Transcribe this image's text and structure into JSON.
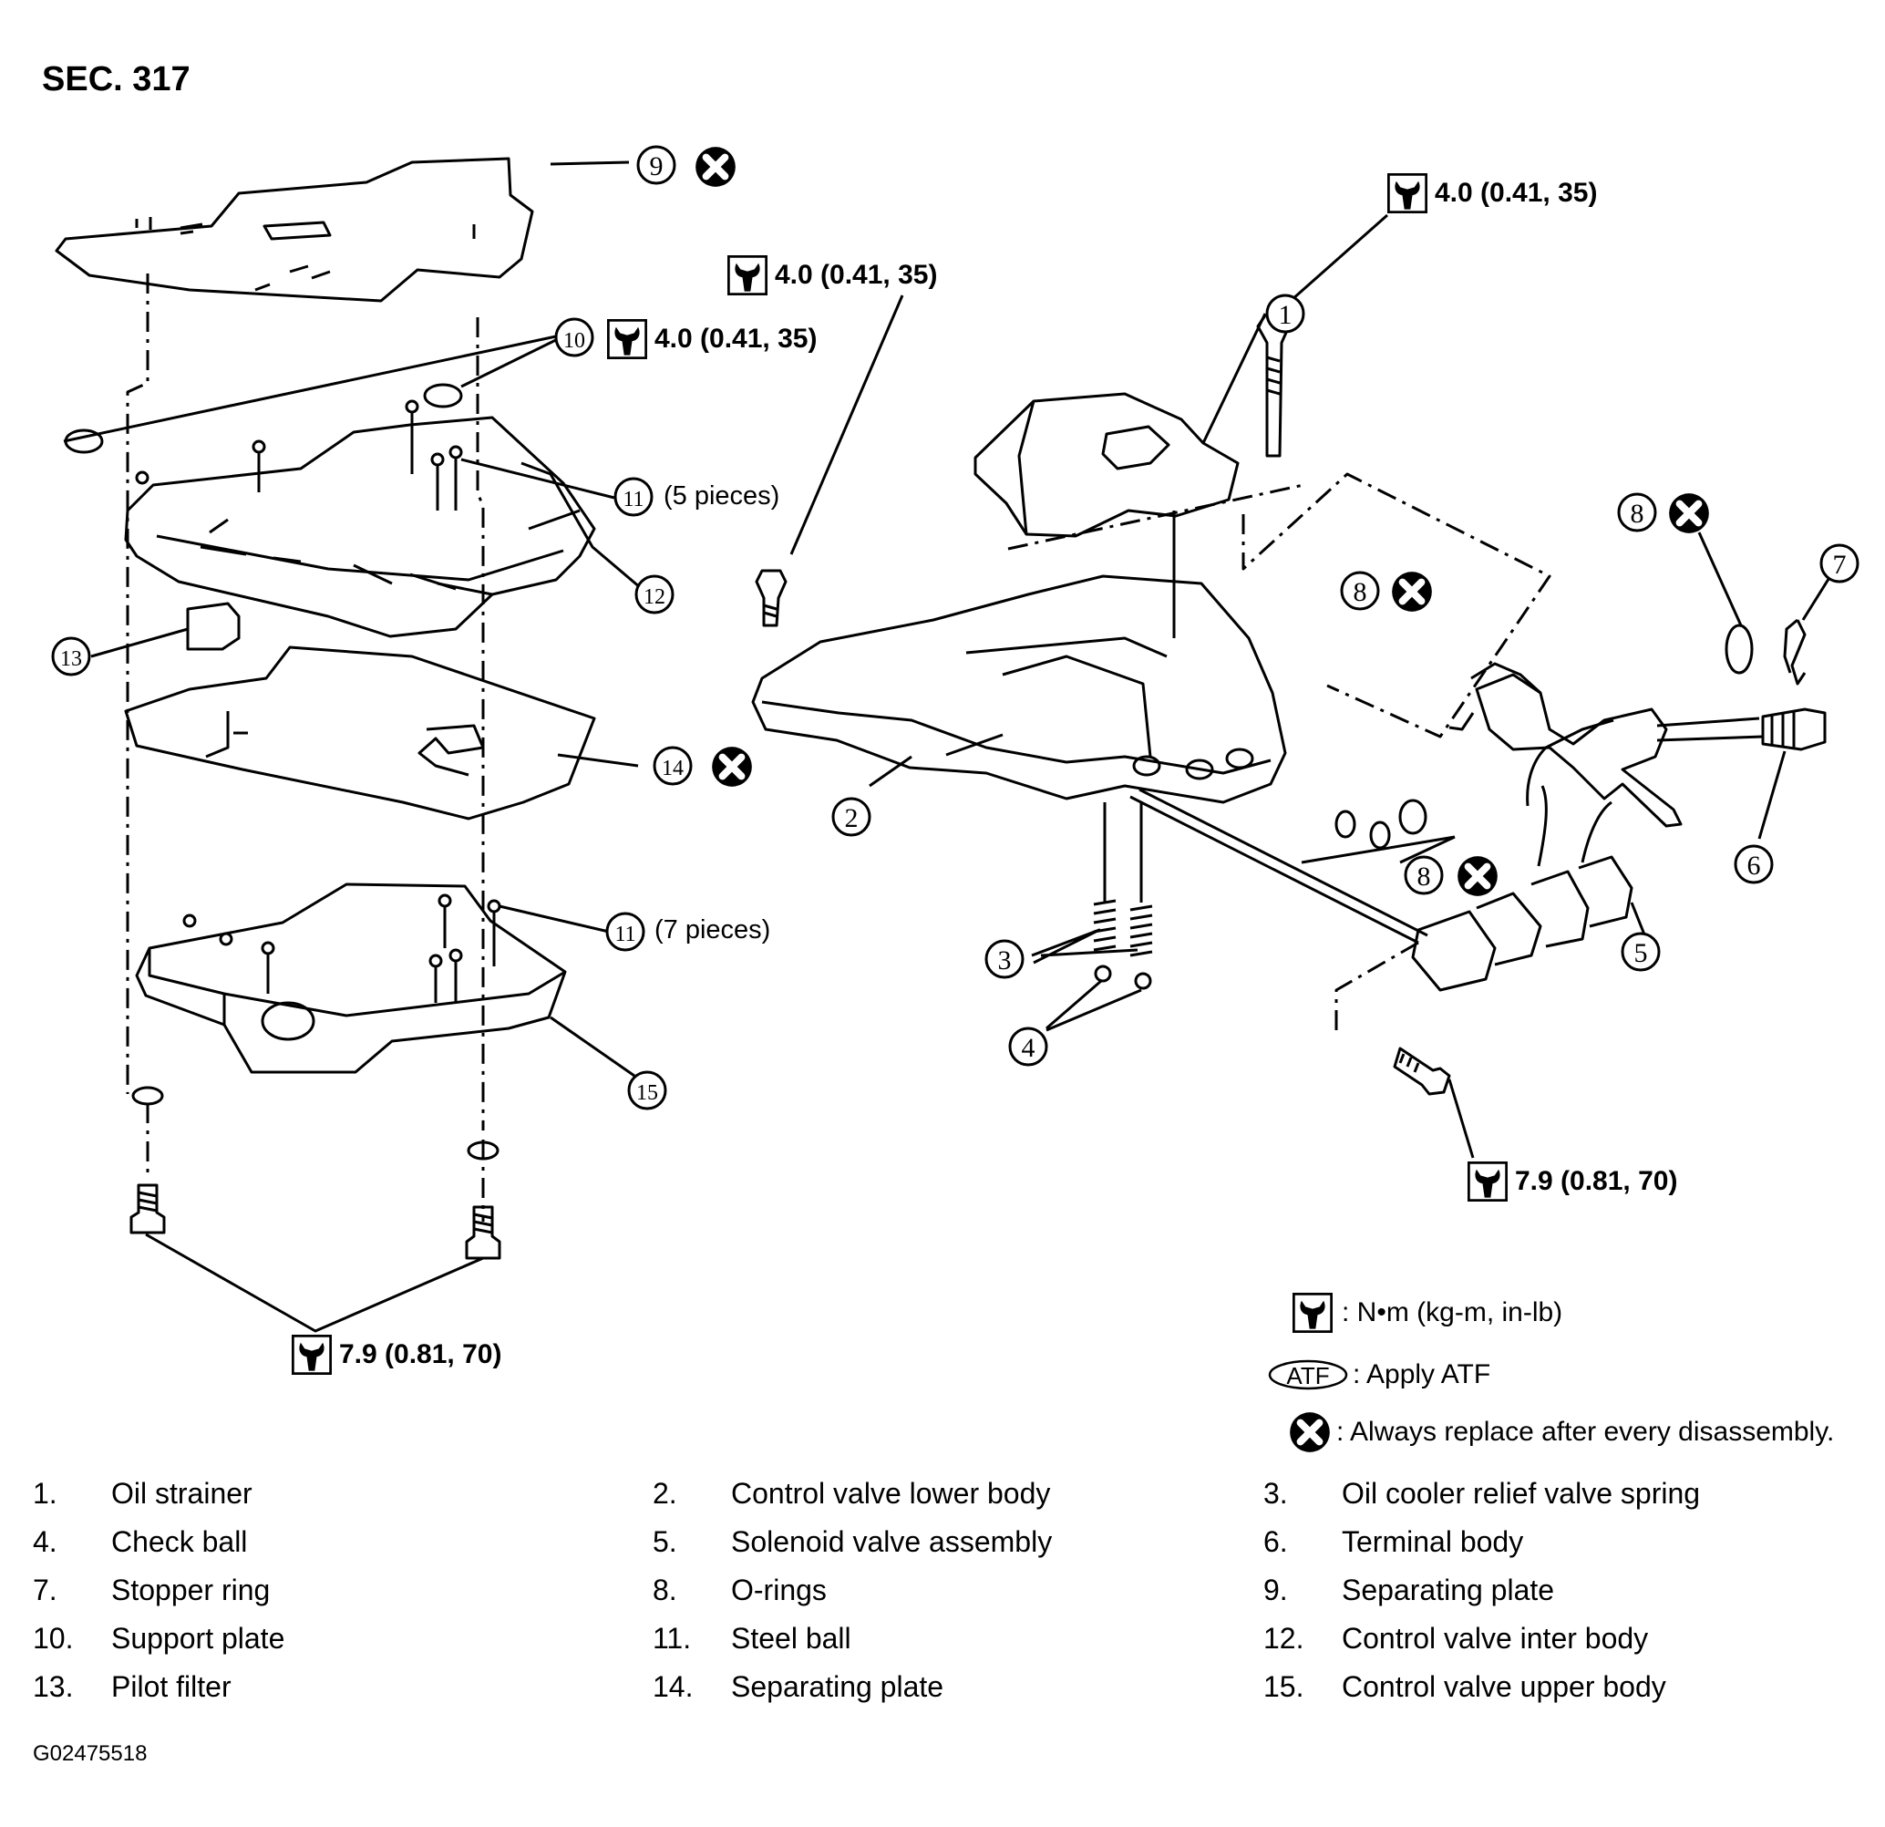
{
  "section_title": "SEC. 317",
  "torque_values": {
    "t_40": "4.0 (0.41, 35)",
    "t_79": "7.9 (0.81, 70)"
  },
  "pieces": {
    "five": "(5  pieces)",
    "seven": "(7  pieces)"
  },
  "callouts": [
    "1",
    "2",
    "3",
    "4",
    "5",
    "6",
    "7",
    "8",
    "9",
    "10",
    "11",
    "12",
    "13",
    "14",
    "15"
  ],
  "legend": {
    "torque_unit": ":  N•m  (kg-m,  in-lb)",
    "atf_badge": "ATF",
    "atf_text": ": Apply ATF",
    "replace_text": ": Always replace after every disassembly."
  },
  "parts": [
    {
      "num": "1.",
      "name": "Oil strainer"
    },
    {
      "num": "2.",
      "name": "Control valve lower body"
    },
    {
      "num": "3.",
      "name": "Oil cooler relief valve spring"
    },
    {
      "num": "4.",
      "name": "Check ball"
    },
    {
      "num": "5.",
      "name": "Solenoid valve assembly"
    },
    {
      "num": "6.",
      "name": "Terminal body"
    },
    {
      "num": "7.",
      "name": "Stopper ring"
    },
    {
      "num": "8.",
      "name": "O-rings"
    },
    {
      "num": "9.",
      "name": "Separating plate"
    },
    {
      "num": "10.",
      "name": "Support plate"
    },
    {
      "num": "11.",
      "name": "Steel ball"
    },
    {
      "num": "12.",
      "name": "Control valve inter body"
    },
    {
      "num": "13.",
      "name": "Pilot filter"
    },
    {
      "num": "14.",
      "name": "Separating plate"
    },
    {
      "num": "15.",
      "name": "Control valve upper body"
    }
  ],
  "figure_code": "G02475518"
}
